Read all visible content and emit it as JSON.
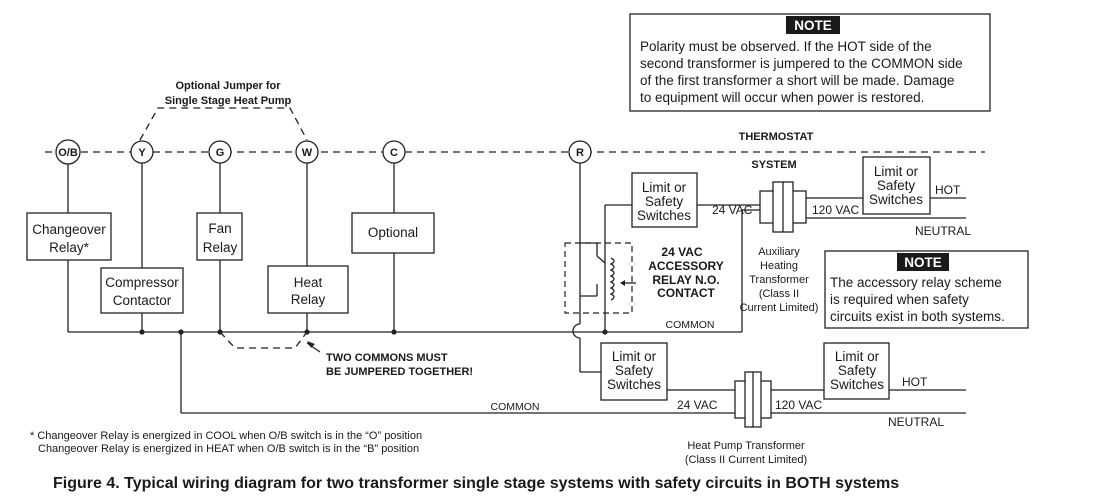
{
  "terminals": [
    "O/B",
    "Y",
    "G",
    "W",
    "C",
    "R"
  ],
  "labels": {
    "optional_jumper": [
      "Optional Jumper for",
      "Single Stage Heat Pump"
    ],
    "thermostat": "THERMOSTAT",
    "system": "SYSTEM",
    "two_commons": [
      "TWO COMMONS MUST",
      "BE JUMPERED TOGETHER!"
    ],
    "common_upper": "COMMON",
    "common_lower": "COMMON",
    "accessory_relay": [
      "24 VAC",
      "ACCESSORY",
      "RELAY N.O.",
      "CONTACT"
    ],
    "hot_upper": "HOT",
    "neutral_upper": "NEUTRAL",
    "hot_lower": "HOT",
    "neutral_lower": "NEUTRAL",
    "vac24_upper": "24 VAC",
    "vac120_upper": "120 VAC",
    "vac24_lower": "24 VAC",
    "vac120_lower": "120 VAC"
  },
  "boxes": {
    "changeover": [
      "Changeover",
      "Relay*"
    ],
    "compressor": [
      "Compressor",
      "Contactor"
    ],
    "fan": [
      "Fan",
      "Relay"
    ],
    "heat": [
      "Heat",
      "Relay"
    ],
    "optional": "Optional",
    "limit_a": [
      "Limit or",
      "Safety",
      "Switches"
    ],
    "limit_b": [
      "Limit or",
      "Safety",
      "Switches"
    ],
    "limit_c": [
      "Limit or",
      "Safety",
      "Switches"
    ],
    "limit_d": [
      "Limit or",
      "Safety",
      "Switches"
    ]
  },
  "aux_transformer": [
    "Auxiliary",
    "Heating",
    "Transformer",
    "(Class II",
    "Current Limited)"
  ],
  "hp_transformer": [
    "Heat Pump Transformer",
    "(Class II Current Limited)"
  ],
  "note_top": {
    "title": "NOTE",
    "lines": [
      "Polarity must be observed. If the HOT side of the",
      "second transformer is jumpered to the COMMON side",
      "of the first transformer a short will be made. Damage",
      "to equipment will occur when power is restored."
    ]
  },
  "note_mid": {
    "title": "NOTE",
    "lines": [
      "The accessory relay scheme",
      "is  required  when  safety",
      "circuits exist in both systems."
    ]
  },
  "footnote": [
    "* Changeover Relay is energized in COOL when O/B switch is in the “O” position",
    "Changeover Relay is energized in HEAT when O/B switch is in the “B” position"
  ],
  "caption": "Figure 4. Typical wiring diagram for two transformer single stage systems with safety circuits in BOTH systems",
  "colors": {
    "ink": "#222222",
    "background": "#ffffff"
  }
}
